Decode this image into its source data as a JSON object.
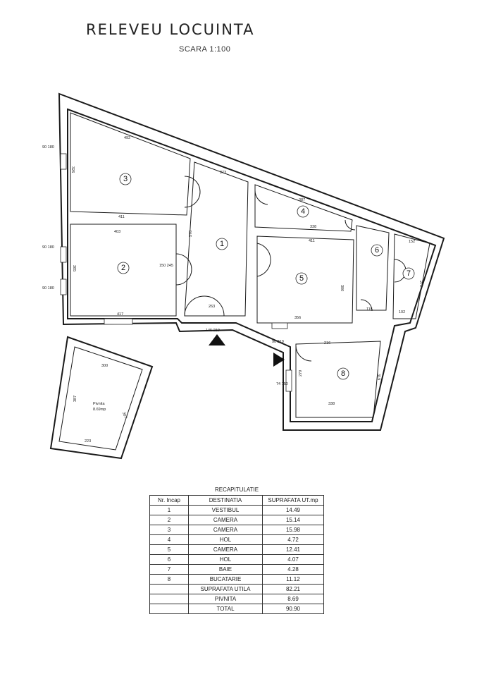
{
  "header": {
    "title": "RELEVEU LOCUINTA",
    "scale": "SCARA 1:100"
  },
  "rooms": [
    {
      "num": "1"
    },
    {
      "num": "2"
    },
    {
      "num": "3"
    },
    {
      "num": "4"
    },
    {
      "num": "5"
    },
    {
      "num": "6"
    },
    {
      "num": "7"
    },
    {
      "num": "8"
    }
  ],
  "dims": {
    "r3_top": "492",
    "r3_bottom": "411",
    "r3_side": "326",
    "r2_top": "403",
    "r2_bottom": "417",
    "r2_side": "385",
    "r1_top": "273",
    "r1_side": "578",
    "r1_door": "263",
    "r4_top": "387",
    "r4_bottom": "338",
    "r5_top": "411",
    "r5_bottom": "356",
    "r5_side": "300",
    "r6_side": "115",
    "r7_top": "152",
    "r7_side": "272",
    "r7_bottom": "102",
    "r8_top": "216",
    "r8_bottom": "338",
    "r8_side": "319",
    "r8_left": "279",
    "pivnita_top": "300",
    "pivnita_bottom": "223",
    "pivnita_left": "387",
    "pivnita_right": "307",
    "win_90_180_a": "90\n180",
    "win_90_180_b": "90\n180",
    "win_90_180_c": "90\n180",
    "door_150_245": "150\n245",
    "door_90_210": "90\n210",
    "door_74_150": "74\n150",
    "door_145_210": "145\n210"
  },
  "pivnita": {
    "label": "Pivnita",
    "area": "8.69mp"
  },
  "recap": {
    "caption": "RECAPITULATIE",
    "headers": [
      "Nr. Incap",
      "DESTINATIA",
      "SUPRAFATA UT.mp"
    ],
    "rows": [
      {
        "nr": "1",
        "dest": "VESTIBUL",
        "area": "14.49"
      },
      {
        "nr": "2",
        "dest": "CAMERA",
        "area": "15.14"
      },
      {
        "nr": "3",
        "dest": "CAMERA",
        "area": "15.98"
      },
      {
        "nr": "4",
        "dest": "HOL",
        "area": "4.72"
      },
      {
        "nr": "5",
        "dest": "CAMERA",
        "area": "12.41"
      },
      {
        "nr": "6",
        "dest": "HOL",
        "area": "4.07"
      },
      {
        "nr": "7",
        "dest": "BAIE",
        "area": "4.28"
      },
      {
        "nr": "8",
        "dest": "BUCATARIE",
        "area": "11.12"
      }
    ],
    "totals": [
      {
        "label": "SUPRAFATA UTILA",
        "area": "82.21"
      },
      {
        "label": "PIVNITA",
        "area": "8.69"
      },
      {
        "label": "TOTAL",
        "area": "90.90"
      }
    ]
  }
}
